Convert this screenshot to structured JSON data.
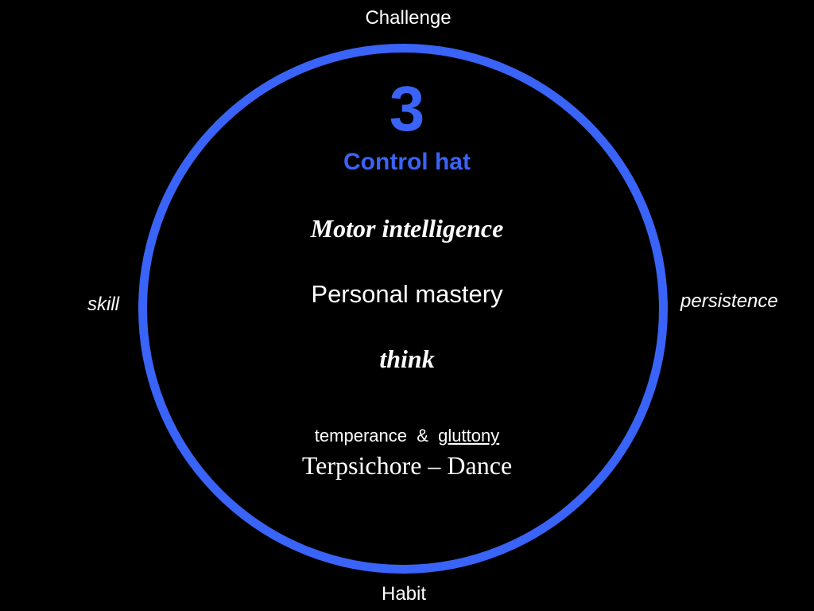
{
  "colors": {
    "background": "#000000",
    "ring": "#3a63f7",
    "accent_text": "#3a63f7",
    "text": "#ffffff"
  },
  "axis_labels": {
    "top": "Challenge",
    "bottom": "Habit",
    "left": "skill",
    "right": "persistence"
  },
  "hat": {
    "number": "3",
    "name": "Control hat",
    "intelligence": "Motor intelligence",
    "mastery": "Personal mastery",
    "mode": "think",
    "virtue": "temperance",
    "connector": "&",
    "vice": "gluttony",
    "muse": "Terpsichore – Dance"
  }
}
